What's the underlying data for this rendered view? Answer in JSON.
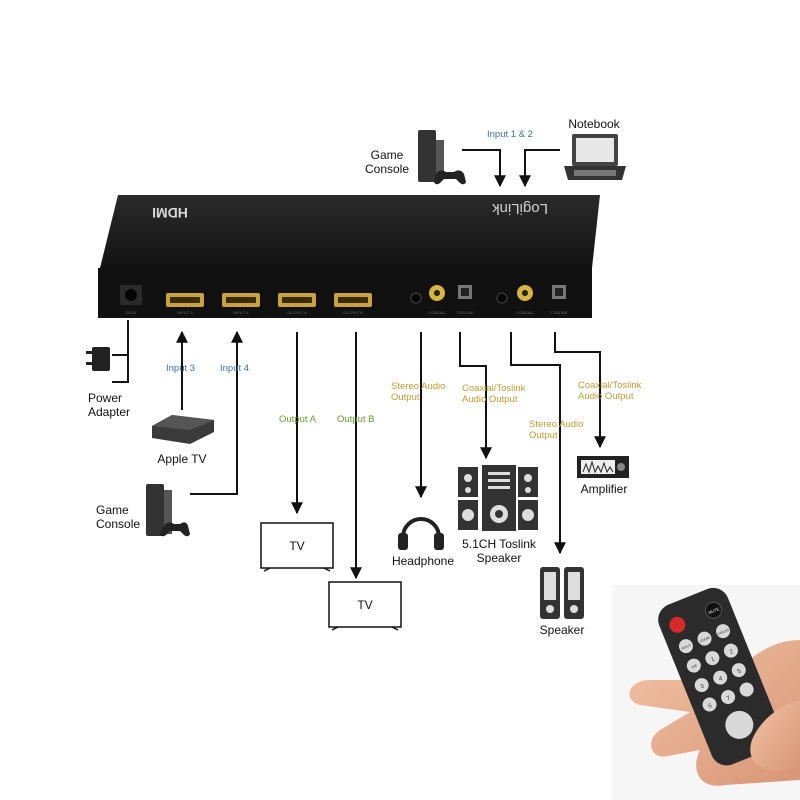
{
  "device": {
    "brand_logo": "LogiLink",
    "hdmi_logo": "HDMI",
    "rear_port_labels": [
      "DC5V",
      "INPUT 3",
      "INPUT 4",
      "OUTPUT A",
      "OUTPUT B",
      "COAXIAL",
      "TOSLINK",
      "COAXIAL",
      "TOSLINK"
    ]
  },
  "sources": {
    "game_console_top": "Game\nConsole",
    "notebook": "Notebook",
    "apple_tv": "Apple TV",
    "game_console_bottom": "Game\nConsole",
    "power_adapter": "Power\nAdapter"
  },
  "connections": {
    "input_1_2": "Input 1 & 2",
    "input_3": "Input 3",
    "input_4": "Input 4",
    "output_a": "Output A",
    "output_b": "Output B",
    "stereo_audio_output_1": "Stereo Audio\nOutput",
    "coaxial_toslink_1": "Coaxial/Toslink\nAudio Output",
    "stereo_audio_output_2": "Stereo Audio\nOutput",
    "coaxial_toslink_2": "Coaxial/Toslink\nAudio Output"
  },
  "destinations": {
    "tv_a": "TV",
    "tv_b": "TV",
    "headphone": "Headphone",
    "speaker_51": "5.1CH Toslink\nSpeaker",
    "speaker": "Speaker",
    "amplifier": "Amplifier"
  },
  "remote": {
    "buttons": [
      "MUTE",
      "INPUT",
      "ZOOM",
      "CROSS",
      "A/B",
      "1",
      "2",
      "3",
      "4",
      "5",
      "6",
      "7"
    ]
  },
  "colors": {
    "device_body": "#1b1b1b",
    "hdmi_port": "#c8a23c",
    "rca_port": "#d8b440",
    "input_label": "#3f6fa8",
    "video_output_label": "#6a9a2a",
    "audio_output_label": "#c99a2e",
    "connector_line": "#111111",
    "remote_power": "#d42a2a"
  }
}
